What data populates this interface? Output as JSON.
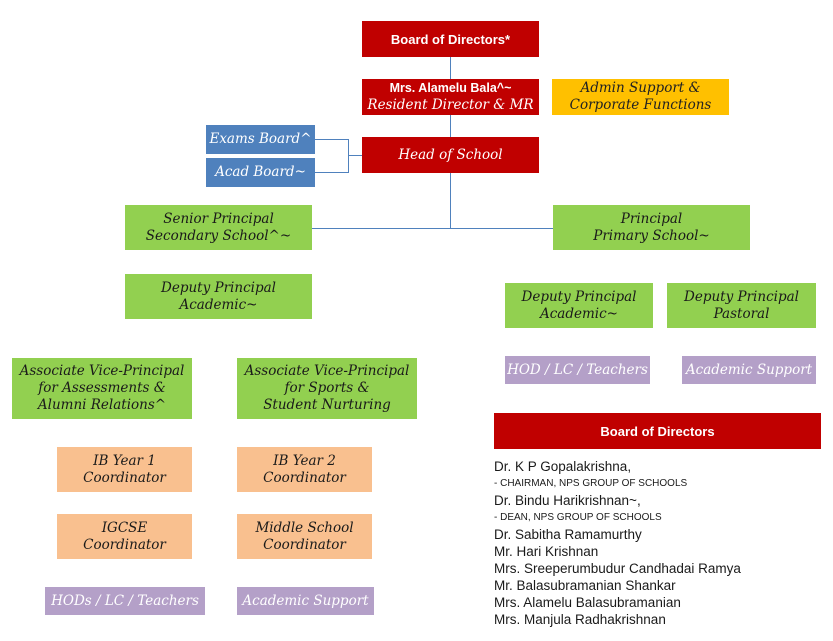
{
  "nodes": {
    "board": "Board of Directors*",
    "resident_name": "Mrs. Alamelu Bala^~",
    "resident_role": "Resident Director & MR",
    "admin": "Admin  Support &\nCorporate Functions",
    "exams": "Exams Board^",
    "acad": "Acad Board~",
    "head": "Head of School",
    "senior_principal": "Senior Principal\nSecondary School^~",
    "principal_primary": "Principal\nPrimary School~",
    "deputy_academic_sec": "Deputy Principal\nAcademic~",
    "deputy_academic_pri": "Deputy Principal\nAcademic~",
    "deputy_pastoral": "Deputy Principal\nPastoral",
    "avp_assess": "Associate Vice-Principal\nfor Assessments &\nAlumni Relations^",
    "avp_sports": "Associate Vice-Principal\nfor Sports &\nStudent Nurturing",
    "ib1": "IB Year 1\nCoordinator",
    "ib2": "IB Year 2\nCoordinator",
    "igcse": "IGCSE\nCoordinator",
    "middle": "Middle School\nCoordinator",
    "hods_sec": "HODs / LC / Teachers",
    "acad_support_sec": "Academic Support",
    "hod_pri": "HOD / LC / Teachers",
    "acad_support_pri": "Academic Support"
  },
  "legend": {
    "title": "Board of Directors",
    "members": [
      {
        "name": "Dr. K P Gopalakrishna,",
        "sub": "- CHAIRMAN, NPS GROUP OF SCHOOLS"
      },
      {
        "name": "Dr. Bindu Harikrishnan~,",
        "sub": "- DEAN, NPS GROUP OF SCHOOLS"
      },
      {
        "name": "Dr. Sabitha Ramamurthy"
      },
      {
        "name": "Mr. Hari Krishnan"
      },
      {
        "name": "Mrs. Sreeperumbudur Candhadai Ramya"
      },
      {
        "name": "Mr. Balasubramanian Shankar"
      },
      {
        "name": "Mrs. Alamelu Balasubramanian"
      },
      {
        "name": "Mrs. Manjula Radhakrishnan"
      }
    ]
  },
  "colors": {
    "red": "#c00000",
    "gold": "#ffc000",
    "blue": "#4f81bd",
    "green": "#92d050",
    "peach": "#f9c08f",
    "lavender": "#b4a0c8"
  }
}
